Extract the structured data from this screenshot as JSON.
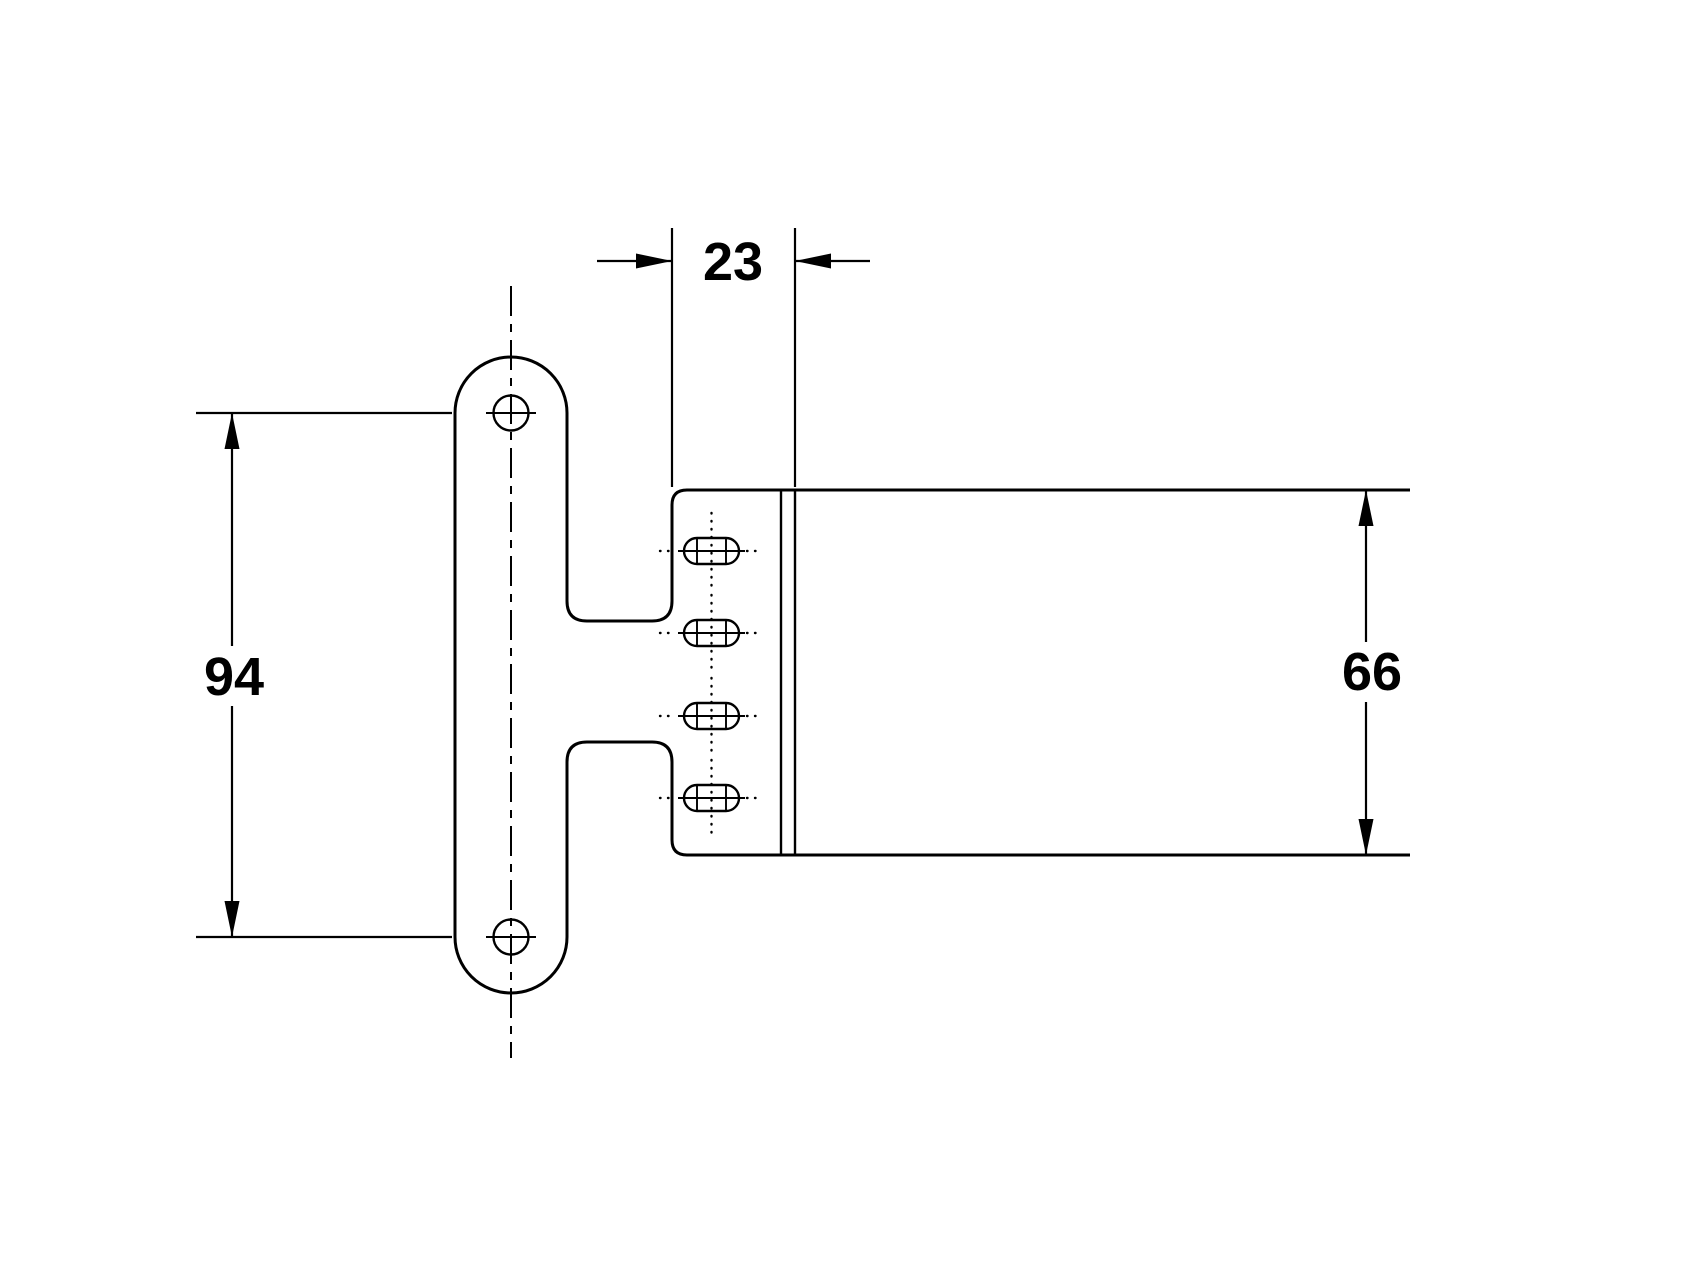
{
  "page": {
    "background_color": "#ffffff",
    "line_color": "#000000"
  },
  "drawing": {
    "kind": "2d-technical-dimension-drawing",
    "view": "side-profile of a bracket: rounded mounting plate with two holes, arm, slotted flange plate and channel section",
    "features": {
      "mounting_holes": 2,
      "slotted_holes": 4,
      "centerline": "vertical dash-dot through mounting holes"
    },
    "dimensions": {
      "flange_width": {
        "value": "23",
        "orientation": "horizontal",
        "position": "top"
      },
      "hole_spacing": {
        "value": "94",
        "orientation": "vertical",
        "position": "left"
      },
      "channel_height": {
        "value": "66",
        "orientation": "vertical",
        "position": "right"
      }
    }
  }
}
